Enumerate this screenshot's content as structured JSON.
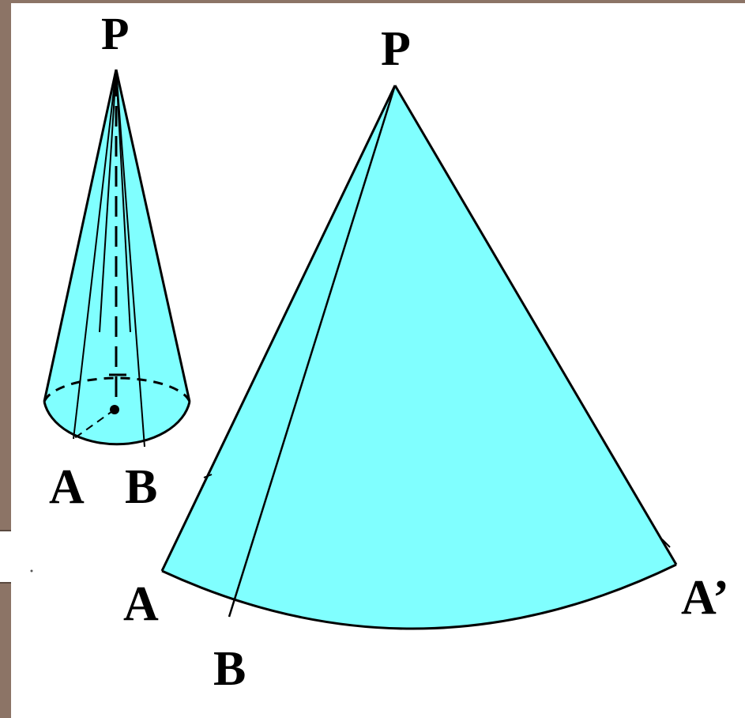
{
  "small_cone": {
    "apex_label": "P",
    "base_label_left": "A",
    "base_label_right": "B"
  },
  "unrolled_cone": {
    "apex_label": "P",
    "edge_label_left": "A",
    "edge_label_right": "A’",
    "arc_label": "B"
  },
  "colors": {
    "fill": "#80ffff",
    "stroke": "#000000",
    "frame": "#8c7466"
  }
}
